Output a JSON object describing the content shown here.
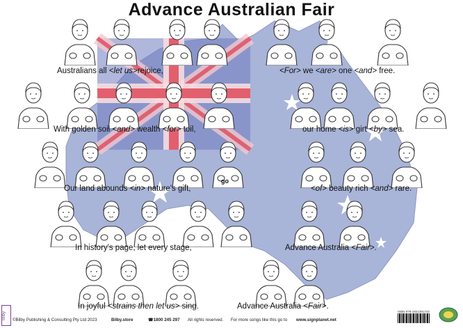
{
  "title": "Advance Australian Fair",
  "lines": [
    {
      "id": "l1",
      "segments": [
        {
          "t": "Australians all ",
          "i": false
        },
        {
          "t": "<let us>",
          "i": true
        },
        {
          "t": "rejoice,",
          "i": false
        }
      ]
    },
    {
      "id": "l2",
      "segments": [
        {
          "t": "<For>",
          "i": true
        },
        {
          "t": " we ",
          "i": false
        },
        {
          "t": "<are>",
          "i": true
        },
        {
          "t": " one ",
          "i": false
        },
        {
          "t": "<and>",
          "i": true
        },
        {
          "t": " free.",
          "i": false
        }
      ]
    },
    {
      "id": "l3",
      "segments": [
        {
          "t": "With golden soil ",
          "i": false
        },
        {
          "t": "<and>",
          "i": true
        },
        {
          "t": " wealth ",
          "i": false
        },
        {
          "t": "<for>",
          "i": true
        },
        {
          "t": " toil,",
          "i": false
        }
      ]
    },
    {
      "id": "l4",
      "segments": [
        {
          "t": "our home ",
          "i": false
        },
        {
          "t": "<is>",
          "i": true
        },
        {
          "t": " girt ",
          "i": false
        },
        {
          "t": "<by>",
          "i": true
        },
        {
          "t": " sea.",
          "i": false
        }
      ]
    },
    {
      "id": "l5",
      "segments": [
        {
          "t": "Our land abounds ",
          "i": false
        },
        {
          "t": "<in>",
          "i": true
        },
        {
          "t": " nature's gift,",
          "i": false
        }
      ]
    },
    {
      "id": "l6",
      "segments": [
        {
          "t": "<of>",
          "i": true
        },
        {
          "t": " beauty rich ",
          "i": false
        },
        {
          "t": "<and>",
          "i": true
        },
        {
          "t": " rare.",
          "i": false
        }
      ]
    },
    {
      "id": "l7",
      "segments": [
        {
          "t": "In   history's page, let    every   stage,",
          "i": false
        }
      ]
    },
    {
      "id": "l8",
      "segments": [
        {
          "t": "Advance Australia ",
          "i": false
        },
        {
          "t": "<Fair>",
          "i": true
        },
        {
          "t": ".",
          "i": false
        }
      ]
    },
    {
      "id": "l9",
      "segments": [
        {
          "t": "In joyful ",
          "i": false
        },
        {
          "t": "<strains then let us>",
          "i": true
        },
        {
          "t": " sing.",
          "i": false
        }
      ]
    },
    {
      "id": "l10",
      "segments": [
        {
          "t": "Advance Australia ",
          "i": false
        },
        {
          "t": "<Fair>",
          "i": true
        },
        {
          "t": ".",
          "i": false
        }
      ]
    }
  ],
  "sign_labels": {
    "go": "go"
  },
  "footer": {
    "copyright": "©Bilby Publishing & Consulting Pty Ltd 2023",
    "store": "Bilby.store",
    "phone": "☎1800 245 297",
    "rights": "All rights reserved.",
    "more": "For more songs like this go to",
    "site": "www.signplanet.net"
  },
  "side_label": "Bilby",
  "isbn": "ISBN 978-1921391743",
  "colors": {
    "flag_blue": "#7a82c4",
    "flag_red": "#e04a5a",
    "map_blue": "#a8b4d8",
    "outline": "#333333"
  }
}
